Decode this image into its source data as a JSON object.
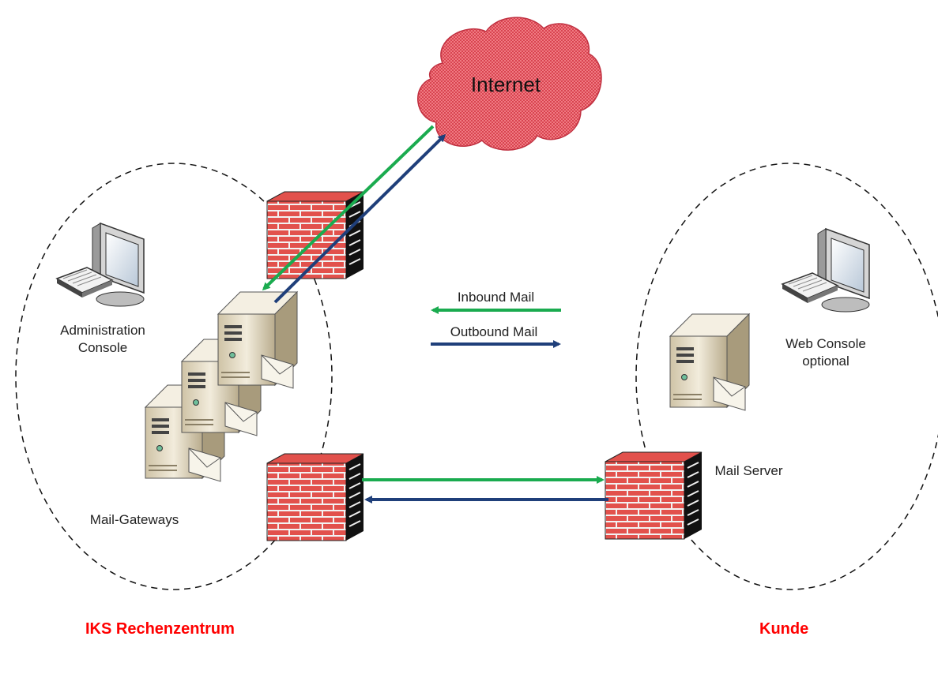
{
  "internet": {
    "label": "Internet"
  },
  "legend": {
    "inbound_label": "Inbound Mail",
    "outbound_label": "Outbound Mail",
    "inbound_color": "#1aab4f",
    "outbound_color": "#1f3f7a"
  },
  "left_zone": {
    "title": "IKS Rechenzentrum",
    "admin_console": {
      "line1": "Administration",
      "line2": "Console"
    },
    "gateways_label": "Mail-Gateways"
  },
  "right_zone": {
    "title": "Kunde",
    "web_console": {
      "line1": "Web Console",
      "line2": "optional"
    },
    "mail_server_label": "Mail Server"
  },
  "colors": {
    "zone_title": "#ff0000",
    "firewall_brick": "#d9534f",
    "cloud": "#e8616b",
    "server_body": "#e6dcc3"
  }
}
